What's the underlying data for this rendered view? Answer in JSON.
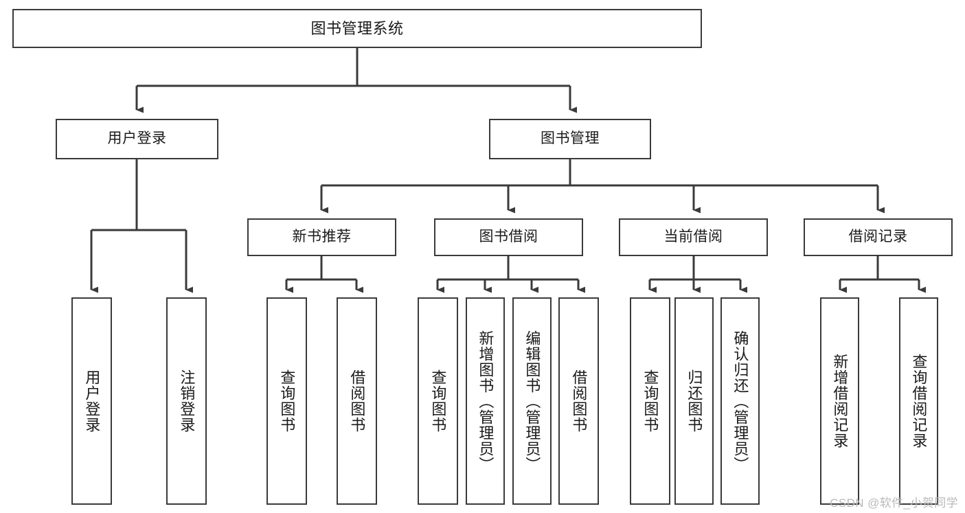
{
  "diagram": {
    "title": "图书管理系统",
    "type": "tree",
    "colors": {
      "stroke": "#3a3a3a",
      "fill": "#ffffff",
      "text": "#1a1a1a",
      "watermark": "#b9b9b9"
    },
    "watermark": "CSDN @软件_小贺同学",
    "nodes": {
      "root": {
        "label": "图书管理系统"
      },
      "level2": [
        {
          "label": "用户登录"
        },
        {
          "label": "图书管理"
        }
      ],
      "level3": [
        {
          "label": "新书推荐"
        },
        {
          "label": "图书借阅"
        },
        {
          "label": "当前借阅"
        },
        {
          "label": "借阅记录"
        }
      ],
      "leaves": {
        "user_login": [
          {
            "label": "用户登录"
          },
          {
            "label": "注销登录"
          }
        ],
        "new_book_recommend": [
          {
            "label": "查询图书"
          },
          {
            "label": "借阅图书"
          }
        ],
        "book_borrow": [
          {
            "label": "查询图书"
          },
          {
            "label": "新增图书（管理员）"
          },
          {
            "label": "编辑图书（管理员）"
          },
          {
            "label": "借阅图书"
          }
        ],
        "current_borrow": [
          {
            "label": "查询图书"
          },
          {
            "label": "归还图书"
          },
          {
            "label": "确认归还（管理员）"
          }
        ],
        "borrow_record": [
          {
            "label": "新增借阅记录"
          },
          {
            "label": "查询借阅记录"
          }
        ]
      }
    }
  }
}
